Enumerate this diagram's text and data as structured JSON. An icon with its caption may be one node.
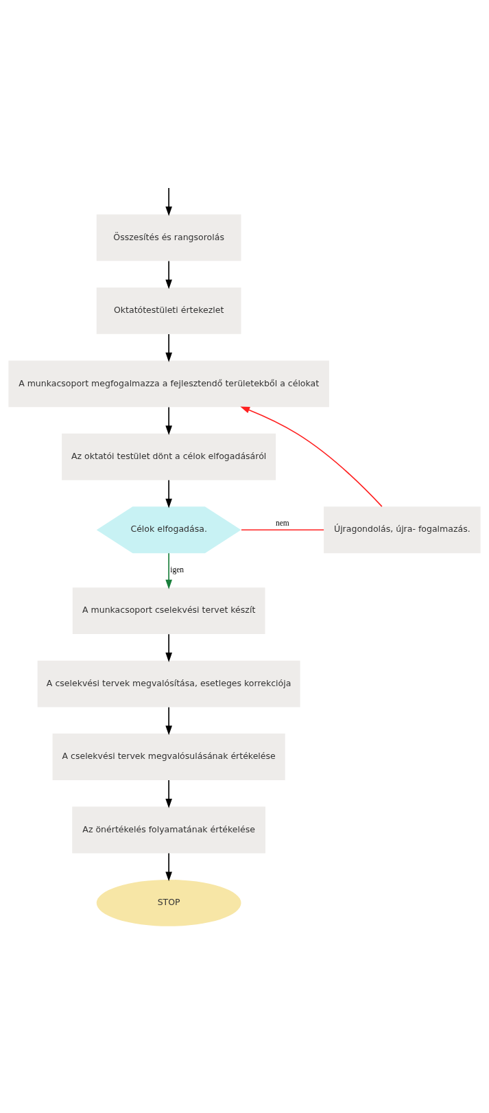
{
  "diagram": {
    "nodes": [
      {
        "text": [
          "Összesítés és rangsorolás"
        ]
      },
      {
        "text": [
          "Oktatótestületi értekezlet"
        ]
      },
      {
        "text": [
          "A munkacsoport megfogalmazza a fejlesztendő területekből a célokat"
        ]
      },
      {
        "text": [
          "Az oktatói testület dönt a célok elfogadásáról"
        ]
      },
      {
        "text": [
          "Célok elfogadása."
        ]
      },
      {
        "text": [
          "Újragondolás, újra- fogalmazás."
        ]
      },
      {
        "text": [
          "A munkacsoport cselekvési tervet készít"
        ]
      },
      {
        "text": [
          "A cselekvési tervek megvalósítása, esetleges korrekciója"
        ]
      },
      {
        "text": [
          "A cselekvési tervek megvalósulásának értékelése"
        ]
      },
      {
        "text": [
          "Az önértékelés folyamatának értékelése"
        ]
      },
      {
        "text": [
          "STOP"
        ]
      }
    ],
    "edges": [
      {
        "from": null,
        "to": 0,
        "arrow": "to"
      },
      {
        "from": 0,
        "to": 1,
        "arrow": "to"
      },
      {
        "from": 1,
        "to": 2,
        "arrow": "to"
      },
      {
        "from": 2,
        "to": 3,
        "arrow": "to"
      },
      {
        "from": 3,
        "to": 4,
        "arrow": "to"
      },
      {
        "from": 4,
        "to": 5,
        "arrow": "none",
        "label": "nem",
        "color": "#ff2020"
      },
      {
        "from": 5,
        "to": 2,
        "arrow": "to",
        "color": "#ff2020"
      },
      {
        "from": 4,
        "to": 6,
        "arrow": "to",
        "label": "igen",
        "color": "#1a7f3c"
      },
      {
        "from": 6,
        "to": 7,
        "arrow": "to"
      },
      {
        "from": 7,
        "to": 8,
        "arrow": "to"
      },
      {
        "from": 8,
        "to": 9,
        "arrow": "to"
      },
      {
        "from": 9,
        "to": 10,
        "arrow": "to"
      }
    ]
  }
}
